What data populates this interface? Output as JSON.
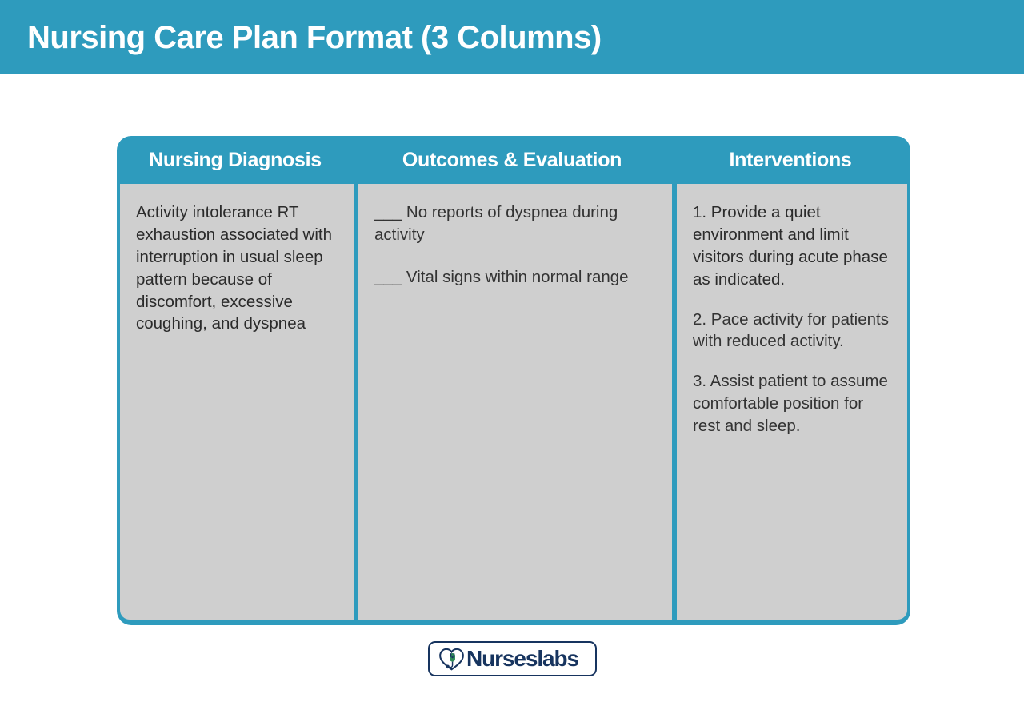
{
  "banner": {
    "title": "Nursing Care Plan Format (3 Columns)",
    "background_color": "#2E9BBD",
    "text_color": "#FFFFFF"
  },
  "table": {
    "accent_color": "#2E9BBD",
    "cell_background_color": "#CFCFCF",
    "cell_text_color": "#333333",
    "columns": [
      {
        "header": "Nursing Diagnosis",
        "entries": [
          "Activity intolerance RT exhaustion associated with interruption in usual sleep pattern because of discomfort, excessive coughing, and dyspnea"
        ]
      },
      {
        "header": "Outcomes & Evaluation",
        "entries": [
          "___ No reports of dyspnea during activity",
          "___ Vital signs within normal range"
        ]
      },
      {
        "header": "Interventions",
        "entries": [
          "1. Provide a quiet environment and limit visitors during acute phase as indicated.",
          "2. Pace activity for patients with reduced activity.",
          "3. Assist patient to assume comfortable position for rest and sleep."
        ]
      }
    ]
  },
  "logo": {
    "wordmark": "Nurseslabs",
    "icon": "heart-stethoscope-icon",
    "border_color": "#17345F",
    "text_color": "#17345F"
  }
}
